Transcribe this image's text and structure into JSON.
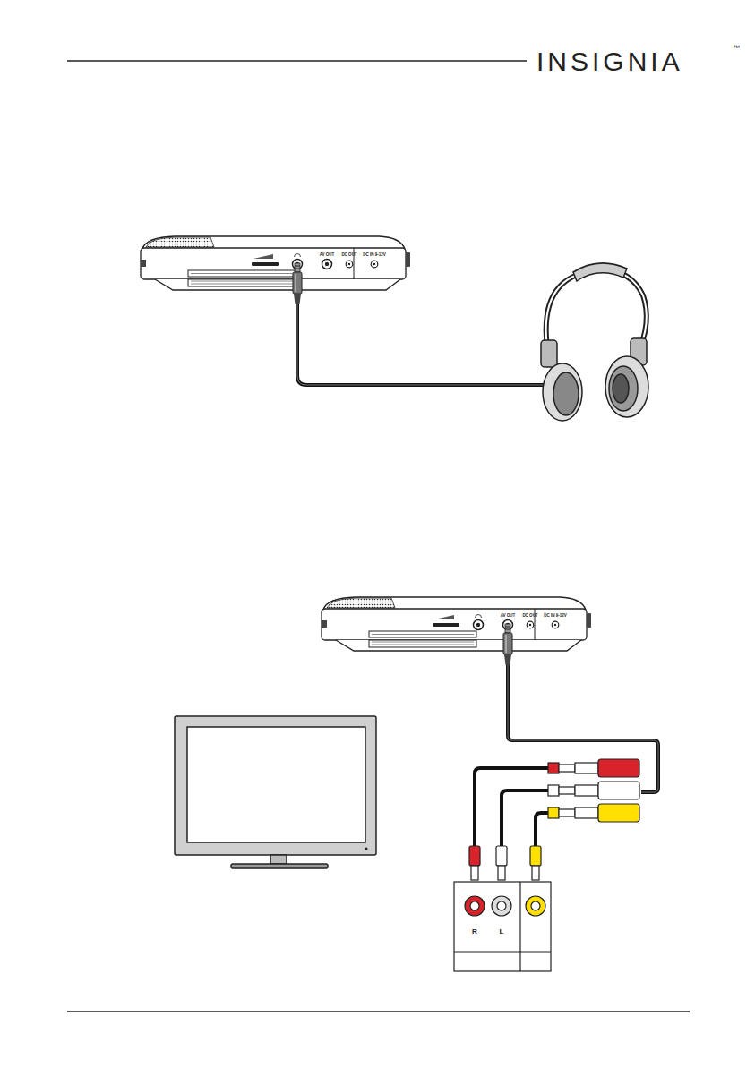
{
  "diagram": {
    "labels": [
      "INSIGNIA",
      "™",
      "AV OUT",
      "DC OUT",
      "DC IN 9-12V",
      "AV OUT",
      "DC OUT",
      "DC IN 9-12V",
      "R",
      "L"
    ]
  }
}
